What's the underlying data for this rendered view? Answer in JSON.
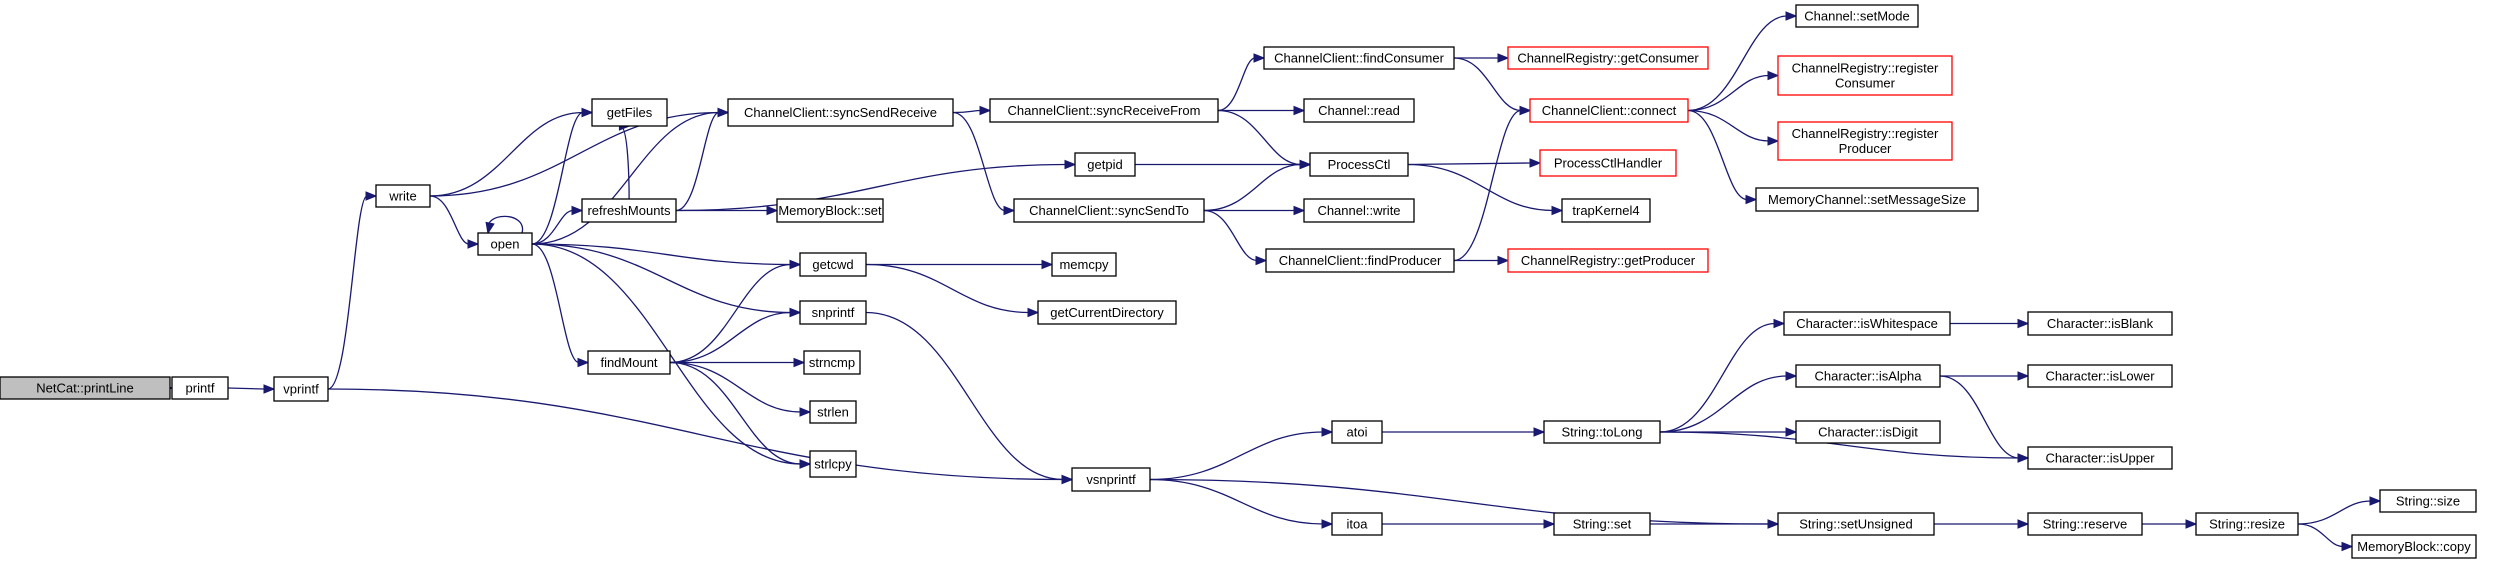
{
  "colors": {
    "edge": "#191970",
    "node_border": "#000000",
    "undocumented_border": "#ff0000",
    "root_fill": "#bfbfbf",
    "node_fill": "#ffffff"
  },
  "nodes": [
    {
      "id": "n_printline",
      "lines": [
        "NetCat::printLine"
      ],
      "style": "root"
    },
    {
      "id": "n_printf",
      "lines": [
        "printf"
      ]
    },
    {
      "id": "n_vprintf",
      "lines": [
        "vprintf"
      ]
    },
    {
      "id": "n_write",
      "lines": [
        "write"
      ]
    },
    {
      "id": "n_open",
      "lines": [
        "open"
      ]
    },
    {
      "id": "n_getfiles",
      "lines": [
        "getFiles"
      ]
    },
    {
      "id": "n_refreshmounts",
      "lines": [
        "refreshMounts"
      ]
    },
    {
      "id": "n_findmount",
      "lines": [
        "findMount"
      ]
    },
    {
      "id": "n_memblockset",
      "lines": [
        "MemoryBlock::set"
      ]
    },
    {
      "id": "n_getcwd",
      "lines": [
        "getcwd"
      ]
    },
    {
      "id": "n_snprintf",
      "lines": [
        "snprintf"
      ]
    },
    {
      "id": "n_strncmp",
      "lines": [
        "strncmp"
      ]
    },
    {
      "id": "n_strlen",
      "lines": [
        "strlen"
      ]
    },
    {
      "id": "n_strlcpy",
      "lines": [
        "strlcpy"
      ]
    },
    {
      "id": "n_syncsendreceive",
      "lines": [
        "ChannelClient::syncSendReceive"
      ]
    },
    {
      "id": "n_getpid",
      "lines": [
        "getpid"
      ]
    },
    {
      "id": "n_memcpy",
      "lines": [
        "memcpy"
      ]
    },
    {
      "id": "n_getcurrentdir",
      "lines": [
        "getCurrentDirectory"
      ]
    },
    {
      "id": "n_vsnprintf",
      "lines": [
        "vsnprintf"
      ]
    },
    {
      "id": "n_syncreceivefrom",
      "lines": [
        "ChannelClient::syncReceiveFrom"
      ]
    },
    {
      "id": "n_syncsendto",
      "lines": [
        "ChannelClient::syncSendTo"
      ]
    },
    {
      "id": "n_findconsumer",
      "lines": [
        "ChannelClient::findConsumer"
      ]
    },
    {
      "id": "n_channelread",
      "lines": [
        "Channel::read"
      ]
    },
    {
      "id": "n_processctl",
      "lines": [
        "ProcessCtl"
      ]
    },
    {
      "id": "n_channelwrite",
      "lines": [
        "Channel::write"
      ]
    },
    {
      "id": "n_findproducer",
      "lines": [
        "ChannelClient::findProducer"
      ]
    },
    {
      "id": "n_getconsumer",
      "lines": [
        "ChannelRegistry::getConsumer"
      ],
      "style": "red"
    },
    {
      "id": "n_connect",
      "lines": [
        "ChannelClient::connect"
      ],
      "style": "red"
    },
    {
      "id": "n_processctlhandler",
      "lines": [
        "ProcessCtlHandler"
      ],
      "style": "red"
    },
    {
      "id": "n_trapkernel4",
      "lines": [
        "trapKernel4"
      ]
    },
    {
      "id": "n_getproducer",
      "lines": [
        "ChannelRegistry::getProducer"
      ],
      "style": "red"
    },
    {
      "id": "n_setmode",
      "lines": [
        "Channel::setMode"
      ]
    },
    {
      "id": "n_registerconsumer",
      "lines": [
        "ChannelRegistry::register",
        "Consumer"
      ],
      "style": "red"
    },
    {
      "id": "n_registerproducer",
      "lines": [
        "ChannelRegistry::register",
        "Producer"
      ],
      "style": "red"
    },
    {
      "id": "n_setmessagesize",
      "lines": [
        "MemoryChannel::setMessageSize"
      ]
    },
    {
      "id": "n_atoi",
      "lines": [
        "atoi"
      ]
    },
    {
      "id": "n_itoa",
      "lines": [
        "itoa"
      ]
    },
    {
      "id": "n_tolong",
      "lines": [
        "String::toLong"
      ]
    },
    {
      "id": "n_stringset",
      "lines": [
        "String::set"
      ]
    },
    {
      "id": "n_setunsigned",
      "lines": [
        "String::setUnsigned"
      ]
    },
    {
      "id": "n_iswhitespace",
      "lines": [
        "Character::isWhitespace"
      ]
    },
    {
      "id": "n_isalpha",
      "lines": [
        "Character::isAlpha"
      ]
    },
    {
      "id": "n_isdigit",
      "lines": [
        "Character::isDigit"
      ]
    },
    {
      "id": "n_isupper",
      "lines": [
        "Character::isUpper"
      ]
    },
    {
      "id": "n_isblank",
      "lines": [
        "Character::isBlank"
      ]
    },
    {
      "id": "n_islower",
      "lines": [
        "Character::isLower"
      ]
    },
    {
      "id": "n_reserve",
      "lines": [
        "String::reserve"
      ]
    },
    {
      "id": "n_resize",
      "lines": [
        "String::resize"
      ]
    },
    {
      "id": "n_size",
      "lines": [
        "String::size"
      ]
    },
    {
      "id": "n_memblockcopy",
      "lines": [
        "MemoryBlock::copy"
      ]
    }
  ],
  "edges": [
    {
      "from": "n_printline",
      "to": "n_printf"
    },
    {
      "from": "n_printf",
      "to": "n_vprintf"
    },
    {
      "from": "n_vprintf",
      "to": "n_write"
    },
    {
      "from": "n_vprintf",
      "to": "n_vsnprintf"
    },
    {
      "from": "n_write",
      "to": "n_syncsendreceive"
    },
    {
      "from": "n_write",
      "to": "n_getfiles"
    },
    {
      "from": "n_write",
      "to": "n_open"
    },
    {
      "from": "n_open",
      "to": "n_open"
    },
    {
      "from": "n_open",
      "to": "n_getfiles"
    },
    {
      "from": "n_open",
      "to": "n_syncsendreceive"
    },
    {
      "from": "n_open",
      "to": "n_refreshmounts"
    },
    {
      "from": "n_open",
      "to": "n_getcwd"
    },
    {
      "from": "n_open",
      "to": "n_snprintf"
    },
    {
      "from": "n_open",
      "to": "n_findmount"
    },
    {
      "from": "n_open",
      "to": "n_strlcpy"
    },
    {
      "from": "n_refreshmounts",
      "to": "n_getfiles"
    },
    {
      "from": "n_refreshmounts",
      "to": "n_syncsendreceive"
    },
    {
      "from": "n_refreshmounts",
      "to": "n_getpid"
    },
    {
      "from": "n_refreshmounts",
      "to": "n_memblockset"
    },
    {
      "from": "n_findmount",
      "to": "n_getcwd"
    },
    {
      "from": "n_findmount",
      "to": "n_snprintf"
    },
    {
      "from": "n_findmount",
      "to": "n_strncmp"
    },
    {
      "from": "n_findmount",
      "to": "n_strlen"
    },
    {
      "from": "n_findmount",
      "to": "n_strlcpy"
    },
    {
      "from": "n_getcwd",
      "to": "n_memcpy"
    },
    {
      "from": "n_getcwd",
      "to": "n_getcurrentdir"
    },
    {
      "from": "n_snprintf",
      "to": "n_vsnprintf"
    },
    {
      "from": "n_syncsendreceive",
      "to": "n_syncreceivefrom"
    },
    {
      "from": "n_syncsendreceive",
      "to": "n_syncsendto"
    },
    {
      "from": "n_getpid",
      "to": "n_processctl"
    },
    {
      "from": "n_syncreceivefrom",
      "to": "n_findconsumer"
    },
    {
      "from": "n_syncreceivefrom",
      "to": "n_channelread"
    },
    {
      "from": "n_syncreceivefrom",
      "to": "n_processctl"
    },
    {
      "from": "n_syncsendto",
      "to": "n_processctl"
    },
    {
      "from": "n_syncsendto",
      "to": "n_channelwrite"
    },
    {
      "from": "n_syncsendto",
      "to": "n_findproducer"
    },
    {
      "from": "n_findconsumer",
      "to": "n_getconsumer"
    },
    {
      "from": "n_findconsumer",
      "to": "n_connect"
    },
    {
      "from": "n_findproducer",
      "to": "n_connect"
    },
    {
      "from": "n_findproducer",
      "to": "n_getproducer"
    },
    {
      "from": "n_processctl",
      "to": "n_processctlhandler"
    },
    {
      "from": "n_processctl",
      "to": "n_trapkernel4"
    },
    {
      "from": "n_connect",
      "to": "n_setmode"
    },
    {
      "from": "n_connect",
      "to": "n_registerconsumer"
    },
    {
      "from": "n_connect",
      "to": "n_registerproducer"
    },
    {
      "from": "n_connect",
      "to": "n_setmessagesize"
    },
    {
      "from": "n_vsnprintf",
      "to": "n_atoi"
    },
    {
      "from": "n_vsnprintf",
      "to": "n_setunsigned"
    },
    {
      "from": "n_vsnprintf",
      "to": "n_itoa"
    },
    {
      "from": "n_atoi",
      "to": "n_tolong"
    },
    {
      "from": "n_itoa",
      "to": "n_stringset"
    },
    {
      "from": "n_stringset",
      "to": "n_setunsigned"
    },
    {
      "from": "n_tolong",
      "to": "n_iswhitespace"
    },
    {
      "from": "n_tolong",
      "to": "n_isalpha"
    },
    {
      "from": "n_tolong",
      "to": "n_isdigit"
    },
    {
      "from": "n_tolong",
      "to": "n_isupper"
    },
    {
      "from": "n_iswhitespace",
      "to": "n_isblank"
    },
    {
      "from": "n_isalpha",
      "to": "n_islower"
    },
    {
      "from": "n_isalpha",
      "to": "n_isupper"
    },
    {
      "from": "n_setunsigned",
      "to": "n_reserve"
    },
    {
      "from": "n_reserve",
      "to": "n_resize"
    },
    {
      "from": "n_resize",
      "to": "n_size"
    },
    {
      "from": "n_resize",
      "to": "n_memblockcopy"
    }
  ]
}
